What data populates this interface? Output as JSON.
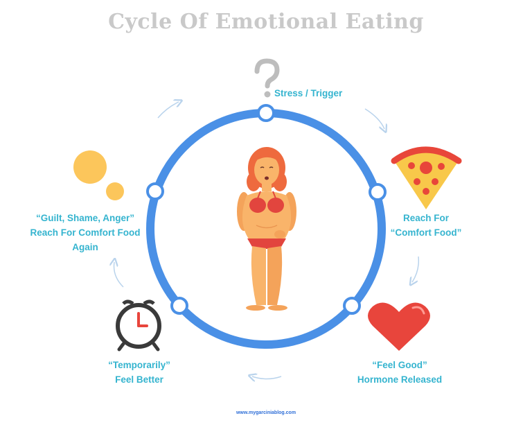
{
  "title": "Cycle Of Emotional Eating",
  "steps": [
    {
      "line1": "Stress / Trigger",
      "icon": "question-mark-icon"
    },
    {
      "line1": "Reach For",
      "line2": "“Comfort Food”",
      "icon": "pizza-icon"
    },
    {
      "line1": "“Feel Good”",
      "line2": "Hormone Released",
      "icon": "heart-icon"
    },
    {
      "line1": "“Temporarily”",
      "line2": "Feel Better",
      "icon": "alarm-clock-icon"
    },
    {
      "line1": "“Guilt, Shame, Anger”",
      "line2": "Reach For Comfort Food",
      "line3": "Again",
      "icon": "bubbles-icon"
    }
  ],
  "footer": "www.mygarciniablog.com",
  "colors": {
    "ring": "#4a90e6",
    "label": "#35b4cf",
    "title": "#c9c9c9",
    "arrow": "#b9d3ec"
  }
}
